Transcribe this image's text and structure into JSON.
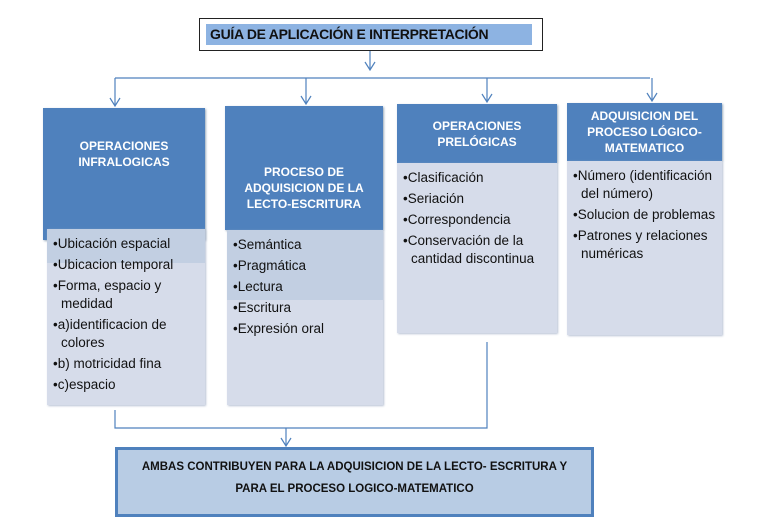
{
  "title": "GUÍA DE APLICACIÓN E INTERPRETACIÓN",
  "columns": [
    {
      "header": "OPERACIONES INFRALOGICAS",
      "items": [
        "Ubicación espacial",
        "Ubicacion temporal",
        "Forma, espacio y medidad",
        "a)identificacion de colores",
        "b) motricidad fina",
        "c)espacio"
      ]
    },
    {
      "header": "PROCESO DE ADQUISICION DE LA LECTO-ESCRITURA",
      "items": [
        "Semántica",
        "Pragmática",
        "Lectura",
        "Escritura",
        "Expresión oral"
      ]
    },
    {
      "header": "OPERACIONES PRELÓGICAS",
      "items": [
        "Clasificación",
        "Seriación",
        "Correspondencia",
        "Conservación de la cantidad discontinua"
      ]
    },
    {
      "header": "ADQUISICION DEL PROCESO LÓGICO-MATEMATICO",
      "items": [
        "Número (identificación del número)",
        "Solucion de problemas",
        "Patrones y relaciones numéricas"
      ]
    }
  ],
  "conclusion_line1": "AMBAS CONTRIBUYEN PARA LA ADQUISICION DE LA LECTO- ESCRITURA Y",
  "conclusion_line2": "PARA EL PROCESO LOGICO-MATEMATICO",
  "colors": {
    "header": "#4f81bd",
    "panel": "#d6dcea",
    "title_fill": "#8db3e2",
    "conclusion": "#b8cce4"
  }
}
